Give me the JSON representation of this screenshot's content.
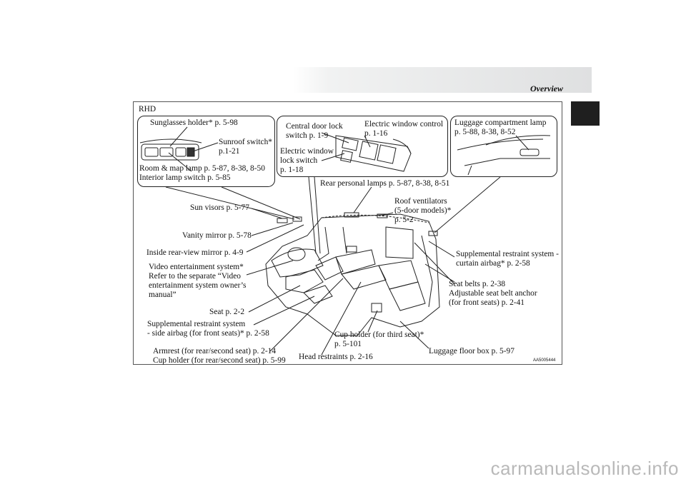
{
  "header": {
    "title": "Overview"
  },
  "figure": {
    "variant": "RHD",
    "code": "AA5005444",
    "insets": {
      "sunglasses": {
        "sunglasses_holder": "Sunglasses holder* p. 5-98",
        "sunroof_switch_1": "Sunroof switch*",
        "sunroof_switch_2": "p.1-21",
        "room_lamp_1": "Room & map lamp p. 5-87, 8-38, 8-50",
        "room_lamp_2": "Interior lamp switch p. 5-85"
      },
      "door": {
        "central_lock_1": "Central door lock",
        "central_lock_2": "switch p. 1-9",
        "window_control_1": "Electric window control",
        "window_control_2": "p. 1-16",
        "window_lock_1": "Electric window",
        "window_lock_2": "lock switch",
        "window_lock_3": "p. 1-18"
      },
      "luggage_lamp": {
        "line1": "Luggage compartment lamp",
        "line2": "p. 5-88, 8-38, 8-52"
      }
    },
    "labels": {
      "rear_personal_lamps": "Rear personal lamps p. 5-87, 8-38, 8-51",
      "roof_ventilators_1": "Roof ventilators",
      "roof_ventilators_2": "(5-door models)*",
      "roof_ventilators_3": "p. 5-2",
      "sun_visors": "Sun visors p. 5-77",
      "vanity_mirror": "Vanity mirror p. 5-78",
      "inside_mirror": "Inside rear-view mirror p. 4-9",
      "video_1": "Video entertainment system*",
      "video_2": "Refer to the separate “Video",
      "video_3": "entertainment system owner’s",
      "video_4": "manual”",
      "seat": "Seat p. 2-2",
      "srs_side_1": "Supplemental restraint system",
      "srs_side_2": "- side airbag (for front seats)* p. 2-58",
      "armrest_1": "Armrest (for rear/second seat) p. 2-14",
      "armrest_2": "Cup holder (for rear/second seat) p. 5-99",
      "head_restraints": "Head restraints p. 2-16",
      "cup_third_1": "Cup holder (for third seat)*",
      "cup_third_2": "p. 5-101",
      "luggage_floor": "Luggage floor box p. 5-97",
      "srs_curtain_1": "Supplemental restraint system -",
      "srs_curtain_2": "curtain airbag* p. 2-58",
      "seat_belts_1": "Seat belts p. 2-38",
      "seat_belts_2": "Adjustable seat belt anchor",
      "seat_belts_3": "(for front seats) p. 2-41"
    }
  },
  "footer": {
    "watermark": "carmanualsonline.info"
  }
}
